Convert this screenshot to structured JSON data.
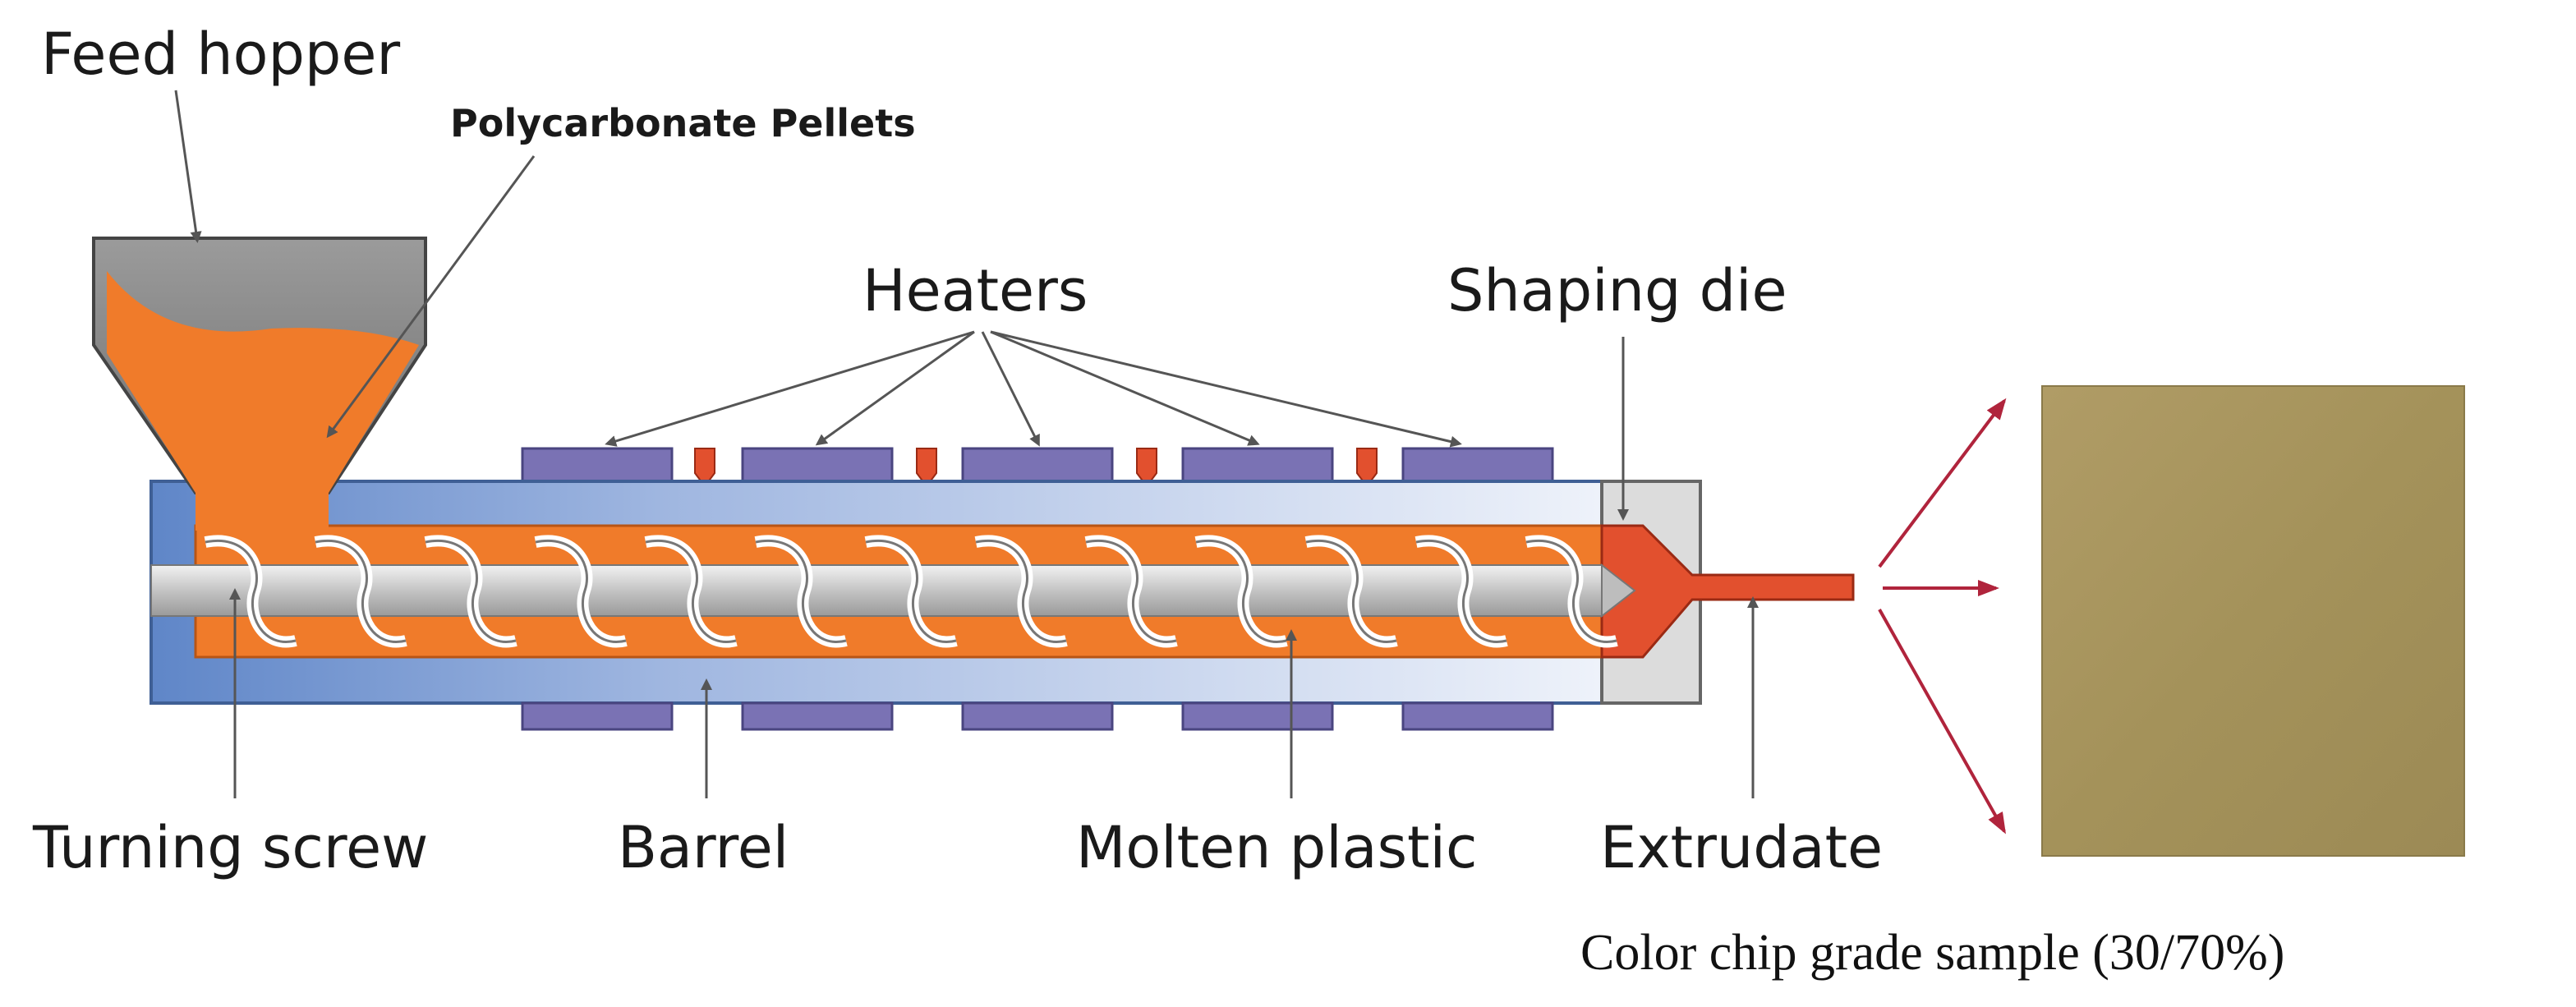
{
  "labels": {
    "feed_hopper": "Feed hopper",
    "pellets": "Polycarbonate Pellets",
    "heaters": "Heaters",
    "shaping_die": "Shaping die",
    "turning_screw": "Turning screw",
    "barrel": "Barrel",
    "molten_plastic": "Molten plastic",
    "extrudate": "Extrudate",
    "color_chip": "Color chip grade sample (30/70%)"
  },
  "colors": {
    "barrel_blue": "#5f86c8",
    "barrel_light": "#dfe7f5",
    "molten_orange": "#f07b2a",
    "screw_gray": "#c9c9c9",
    "heater_purple": "#7a72b4",
    "hopper_gray": "#8a8a8a",
    "die_gray": "#dcdcdc",
    "extrudate_red": "#e2502e",
    "chip_khaki": "#a8965e",
    "arrow_red": "#b0243c"
  }
}
